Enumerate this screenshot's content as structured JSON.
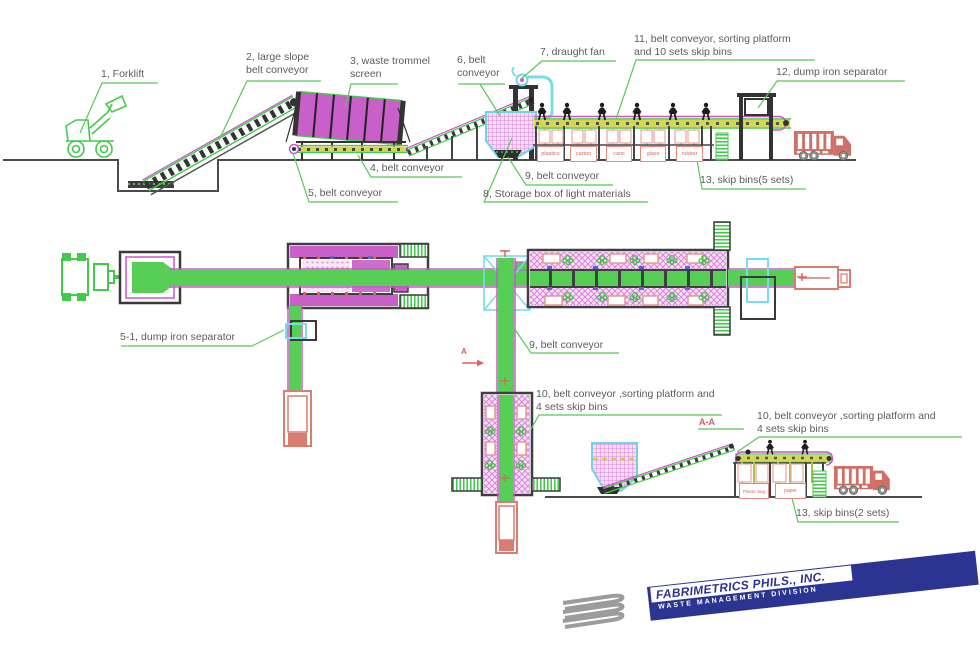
{
  "diagram": {
    "labels": {
      "l1": "1、Forklift",
      "l2": "2、large slope\nbelt conveyor",
      "l3": "3、waste trommel\nscreen",
      "l4": "4、belt conveyor",
      "l5": "5、belt conveyor",
      "l6": "6、belt\nconveyor",
      "l7": "7、draught fan",
      "l8": "8、Storage box of light materials",
      "l9_top": "9、belt conveyor",
      "l9_plan": "9、belt conveyor",
      "l10_plan": "10、belt conveyor ,sorting platform and\n4 sets skip bins",
      "l10_aa": "10、belt conveyor ,sorting platform and\n4 sets skip bins",
      "l11": "11、belt conveyor, sorting platform\nand 10 sets skip bins",
      "l12": "12、dump iron separator",
      "l13_5": "13、skip bins(5 sets)",
      "l13_2": "13、skip bins(2 sets)",
      "l51": "5-1、dump iron separator"
    },
    "markers": {
      "a": "A",
      "aa": "A-A"
    },
    "bins": {
      "top": [
        "plastics",
        "carton",
        "cans",
        "glass",
        "rubber"
      ],
      "bottom": [
        "Plastic bag",
        "paper"
      ]
    },
    "colors": {
      "machine_green": "#45c94c",
      "leader_green": "#58c858",
      "magenta": "#c95fc9",
      "cyan": "#6fd4e4",
      "belt_yellow": "#d6d650",
      "truck_salmon": "#cf6f65",
      "marker_red": "#e05a5a",
      "label_gray": "#5c5c5c",
      "logo_navy": "#2b3491"
    }
  },
  "logo": {
    "company": "FABRIMETRICS PHILS., INC.",
    "division": "WASTE MANAGEMENT DIVISION"
  }
}
